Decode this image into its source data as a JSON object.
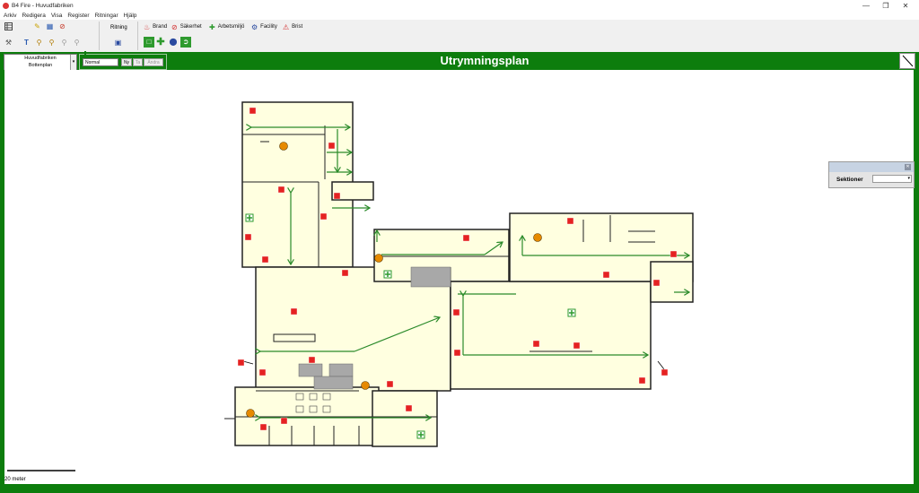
{
  "window": {
    "title": "B4 Fire - Huvudfabriken"
  },
  "menu": [
    "Arkiv",
    "Redigera",
    "Visa",
    "Register",
    "Ritningar",
    "Hjälp"
  ],
  "ribbon": {
    "drawing_label": "Ritning",
    "categories": [
      {
        "label": "Brand",
        "icon": "flame-icon",
        "color": "#d32f2f"
      },
      {
        "label": "Säkerhet",
        "icon": "no-entry-icon",
        "color": "#d32f2f"
      },
      {
        "label": "Arbetsmiljö",
        "icon": "green-cross-icon",
        "color": "#2e9a2e"
      },
      {
        "label": "Facility",
        "icon": "facility-gear-icon",
        "color": "#2a4aa0"
      },
      {
        "label": "Brist",
        "icon": "warning-person-icon",
        "color": "#d32f2f"
      }
    ]
  },
  "header": {
    "title": "Utrymningsplan",
    "location_line1": "Huvudfabriken",
    "location_line2": "Bottenplan",
    "filter_select": "Normal",
    "btn_new": "Ny",
    "btn_delete": "Ta",
    "btn_change": "Ändra"
  },
  "panel": {
    "title": "Sektioner"
  },
  "scale": {
    "label": "20 meter"
  },
  "colors": {
    "accent": "#0d7d0d",
    "floor": "#ffffe0",
    "arrow": "#2a8a2a",
    "sign": "#e52222",
    "assembly": "#e68a00"
  }
}
